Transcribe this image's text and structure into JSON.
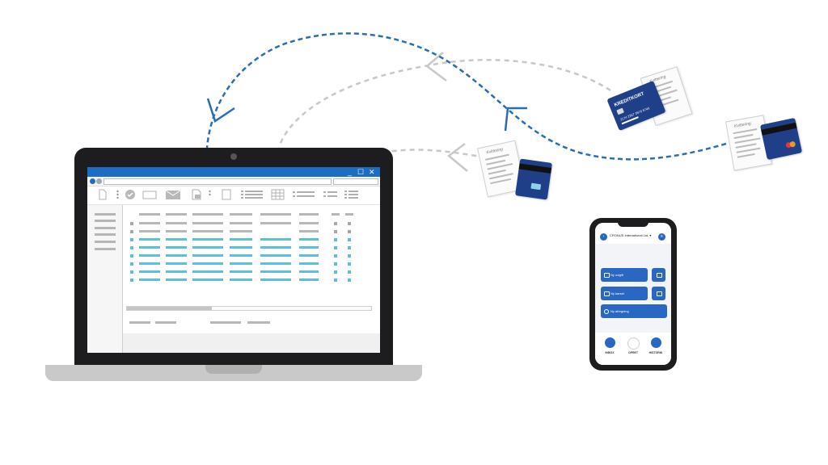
{
  "colors": {
    "flow_blue": "#2a6db5",
    "flow_gray": "#c8c8c8",
    "window_blue": "#1b6ec2",
    "row_blue": "#5bc0de",
    "card_blue": "#1f3f88",
    "phone_accent": "#2a66c4"
  },
  "laptop": {
    "window_controls": {
      "minimize": "_",
      "maximize": "☐",
      "close": "✕"
    },
    "toolbar_icons": [
      "new-document-icon",
      "approve-check-icon",
      "blank-rectangle-icon",
      "email-icon",
      "print-icon",
      "page-icon",
      "list-icon",
      "grid-icon",
      "list-icon",
      "list-icon",
      "list-icon"
    ]
  },
  "phone": {
    "company": "CRONUS International Ltd. ▾",
    "buttons": [
      {
        "label": "Ny udgift",
        "icon": "receipt-icon"
      },
      {
        "label": "Ny kørsel",
        "icon": "car-icon"
      },
      {
        "label": "Ny afregning",
        "icon": "plus-circle-icon"
      }
    ],
    "nav": [
      {
        "label": "INBOX",
        "icon": "inbox-icon"
      },
      {
        "label": "OPRET",
        "icon": "add-icon"
      },
      {
        "label": "HISTORIK",
        "icon": "history-icon"
      }
    ]
  },
  "items": {
    "receipt_label": "Kvittering",
    "credit_card_label": "KREDITKORT",
    "credit_card_number": "2174 2367 3576 9746"
  }
}
